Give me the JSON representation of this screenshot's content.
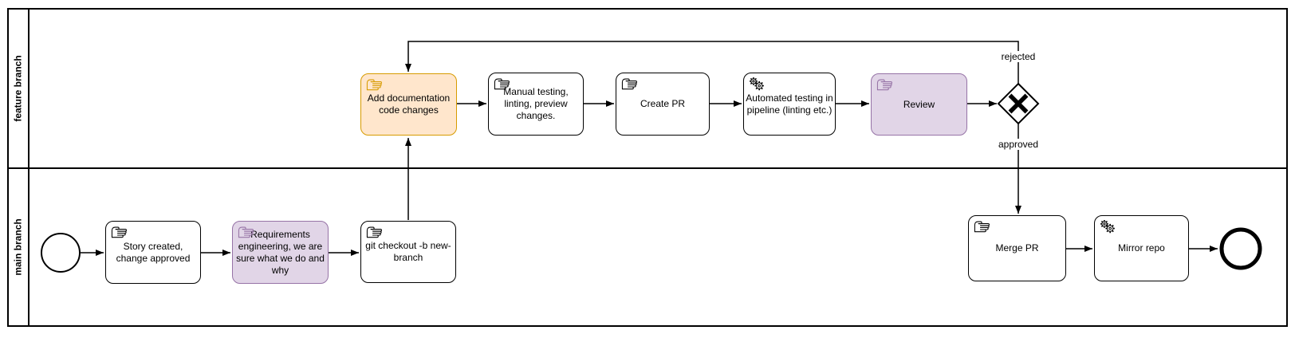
{
  "pool": {
    "lanes": [
      {
        "id": "feature-branch",
        "label": "feature branch"
      },
      {
        "id": "main-branch",
        "label": "main branch"
      }
    ]
  },
  "nodes": {
    "start_event": {
      "type": "start-event",
      "lane": "main branch"
    },
    "story": {
      "label": "Story created, change approved",
      "type": "manual-task",
      "lane": "main branch"
    },
    "requirements": {
      "label": "Requirements engineering, we are sure what we do and why",
      "type": "manual-task",
      "lane": "main branch",
      "highlight": "purple"
    },
    "git_checkout": {
      "label": "git checkout -b new-branch",
      "type": "manual-task",
      "lane": "main branch"
    },
    "add_documentation": {
      "label": "Add documentation code changes",
      "type": "manual-task",
      "lane": "feature branch",
      "highlight": "orange"
    },
    "manual_testing": {
      "label": "Manual testing, linting, preview changes.",
      "type": "manual-task",
      "lane": "feature branch"
    },
    "create_pr": {
      "label": "Create PR",
      "type": "manual-task",
      "lane": "feature branch"
    },
    "automated_testing": {
      "label": "Automated testing in pipeline (linting etc.)",
      "type": "service-task",
      "lane": "feature branch"
    },
    "review": {
      "label": "Review",
      "type": "manual-task",
      "lane": "feature branch",
      "highlight": "purple"
    },
    "review_gateway": {
      "type": "exclusive-gateway",
      "lane": "feature branch"
    },
    "merge_pr": {
      "label": "Merge PR",
      "type": "manual-task",
      "lane": "main branch"
    },
    "mirror_repo": {
      "label": "Mirror repo",
      "type": "service-task",
      "lane": "main branch"
    },
    "end_event": {
      "type": "end-event",
      "lane": "main branch"
    }
  },
  "edge_labels": {
    "rejected": "rejected",
    "approved": "approved"
  },
  "colors": {
    "task_orange_fill": "#ffe6cc",
    "task_orange_stroke": "#d79b00",
    "task_purple_fill": "#e1d5e7",
    "task_purple_stroke": "#9673a6",
    "shape_stroke": "#000000",
    "canvas_bg": "#ffffff"
  }
}
